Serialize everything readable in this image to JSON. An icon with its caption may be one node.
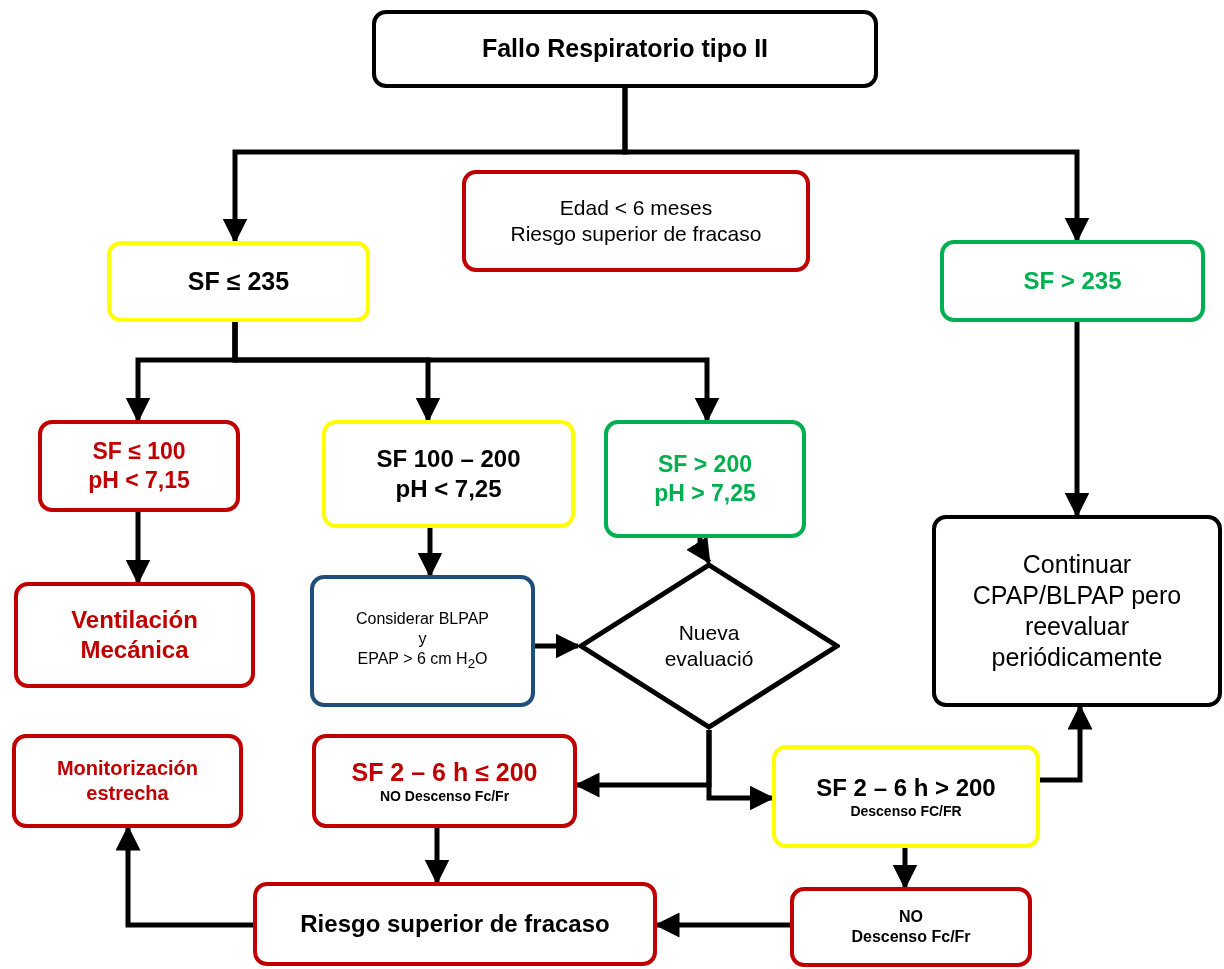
{
  "diagram": {
    "nodes": [
      {
        "text": [
          "Fallo Respiratorio tipo II"
        ]
      },
      {
        "text": [
          "Edad < 6 meses",
          "Riesgo superior de fracaso"
        ]
      },
      {
        "text": [
          "SF ≤  235"
        ]
      },
      {
        "text": [
          "SF > 235"
        ]
      },
      {
        "text": [
          "SF ≤ 100",
          "pH < 7,15"
        ]
      },
      {
        "text": [
          "SF 100 – 200",
          "pH < 7,25"
        ]
      },
      {
        "text": [
          "SF > 200",
          "pH > 7,25"
        ]
      },
      {
        "text": [
          "Ventilación Mecánica"
        ]
      },
      {
        "text": [
          "Considerar BLPAP",
          "y",
          "EPAP > 6 cm H$_{2}$O"
        ]
      },
      {
        "text": [
          "Nueva evaluació"
        ]
      },
      {
        "text": [
          "Continuar CPAP/BLPAP pero reevaluar periódicamente"
        ]
      },
      {
        "text": [
          "Monitorización estrecha"
        ]
      },
      {
        "text": [
          "SF  2 – 6 h ≤  200",
          "NO Descenso Fc/Fr"
        ]
      },
      {
        "text": [
          "SF 2 – 6 h  > 200",
          "Descenso FC/FR"
        ]
      },
      {
        "text": [
          "Riesgo superior de fracaso"
        ]
      },
      {
        "text": [
          "NO",
          "Descenso Fc/Fr"
        ]
      }
    ],
    "edges": [
      {
        "from": 0,
        "to": 2,
        "arrow": "to"
      },
      {
        "from": 0,
        "to": 3,
        "arrow": "to"
      },
      {
        "from": 2,
        "to": 4,
        "arrow": "to"
      },
      {
        "from": 2,
        "to": 5,
        "arrow": "to"
      },
      {
        "from": 2,
        "to": 6,
        "arrow": "to"
      },
      {
        "from": 3,
        "to": 10,
        "arrow": "to"
      },
      {
        "from": 4,
        "to": 7,
        "arrow": "to"
      },
      {
        "from": 5,
        "to": 8,
        "arrow": "to"
      },
      {
        "from": 8,
        "to": 9,
        "arrow": "to"
      },
      {
        "from": 6,
        "to": 9,
        "arrow": "to"
      },
      {
        "from": 9,
        "to": 12,
        "arrow": "to"
      },
      {
        "from": 9,
        "to": 13,
        "arrow": "to"
      },
      {
        "from": 13,
        "to": 10,
        "arrow": "to"
      },
      {
        "from": 13,
        "to": 15,
        "arrow": "to"
      },
      {
        "from": 12,
        "to": 14,
        "arrow": "to"
      },
      {
        "from": 15,
        "to": 14,
        "arrow": "to"
      },
      {
        "from": 14,
        "to": 11,
        "arrow": "to"
      }
    ]
  }
}
